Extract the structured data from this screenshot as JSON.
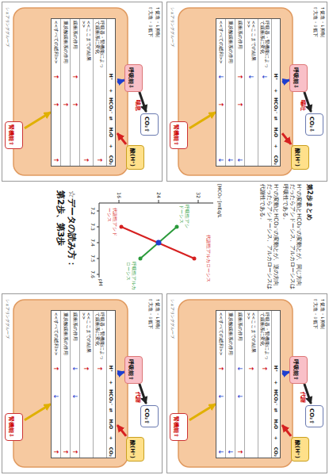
{
  "diagram": {
    "title": "☆データの読み方：第2歩、第3歩",
    "nodes": [
      {
        "text": [
          "シェアリンググループ"
        ]
      },
      {
        "text": [
          "H⁺",
          "+",
          "HCO₃⁻",
          "⇄",
          "H₂O",
          "+",
          "CO₂"
        ],
        "in": 0
      },
      {
        "text": [
          "呼吸器・腎機能によって緩衝系に変化",
          "↓"
        ],
        "in": 1
      },
      {
        "text": [
          "<<ここまでの結果>>",
          "↓"
        ],
        "in": 1
      },
      {
        "text": [
          "緩衝系の作用",
          "↑",
          "↑",
          "↓"
        ],
        "in": 1
      },
      {
        "text": [
          "重炭酸緩衝系の作用",
          "↓"
        ],
        "in": 1
      },
      {
        "text": [
          "<<すべての総和>>",
          "↓",
          "↑",
          "↓"
        ],
        "in": 1
      },
      {
        "text": [
          "呼吸能⇩"
        ],
        "in": 0
      },
      {
        "text": [
          "CO₂⇩"
        ],
        "in": 0
      },
      {
        "text": [
          "酸(H⁺)"
        ],
        "in": 0
      },
      {
        "text": [
          "腎機能⇧"
        ],
        "in": 0
      },
      {
        "text": [
          "シェアリンググループ"
        ]
      },
      {
        "text": [
          "H⁺",
          "+",
          "HCO₃⁻",
          "⇄",
          "H₂O",
          "+",
          "CO₂"
        ],
        "in": 11
      },
      {
        "text": [
          "呼吸器・腎機能によって緩衝系に変化",
          "↑"
        ],
        "in": 12
      },
      {
        "text": [
          "<<ここまでの結果>>",
          "↑"
        ],
        "in": 12
      },
      {
        "text": [
          "緩衝系の作用",
          "↓",
          "↓",
          "↑"
        ],
        "in": 12
      },
      {
        "text": [
          "重炭酸緩衝系の作用",
          "↓"
        ],
        "in": 12
      },
      {
        "text": [
          "<<すべての総和>>",
          "↑",
          "↓",
          "↓"
        ],
        "in": 12
      },
      {
        "text": [
          "呼吸能⇧"
        ],
        "in": 11
      },
      {
        "text": [
          "CO₂⇧"
        ],
        "in": 11
      },
      {
        "text": [
          "酸(H⁺)"
        ],
        "in": 11
      },
      {
        "text": [
          "腎機能⇧"
        ],
        "in": 11
      },
      {
        "text": [
          "シェアリンググループ"
        ]
      },
      {
        "text": [
          "H⁺",
          "+",
          "HCO₃⁻",
          "⇄",
          "H₂O",
          "+",
          "CO₂"
        ],
        "in": 22
      },
      {
        "text": [
          "呼吸器・腎機能によって緩衝系に変化",
          "↑"
        ],
        "in": 23
      },
      {
        "text": [
          "<<ここまでの結果>>",
          "↑"
        ],
        "in": 23
      },
      {
        "text": [
          "緩衝系の作用",
          "↑",
          "↑"
        ],
        "in": 23
      },
      {
        "text": [
          "重炭酸緩衝系の作用",
          "↑"
        ],
        "in": 23
      },
      {
        "text": [
          "<<すべての総和>>",
          "↑",
          "↑",
          "↑"
        ],
        "in": 23
      },
      {
        "text": [
          "呼吸能⇩"
        ],
        "in": 22
      },
      {
        "text": [
          "CO₂⇧"
        ],
        "in": 22
      },
      {
        "text": [
          "酸(H⁺)"
        ],
        "in": 22
      },
      {
        "text": [
          "腎機能⇧"
        ],
        "in": 22
      },
      {
        "text": [
          "シェアリンググループ"
        ]
      },
      {
        "text": [
          "H⁺",
          "+",
          "HCO₃⁻",
          "⇄",
          "H₂O",
          "+",
          "CO₂"
        ],
        "in": 33
      },
      {
        "text": [
          "呼吸器・腎機能によって緩衝系に変化",
          "↑"
        ],
        "in": 34
      },
      {
        "text": [
          "<<ここまでの結果>>",
          "↑"
        ],
        "in": 34
      },
      {
        "text": [
          "緩衝系の作用",
          "↓",
          "↓",
          "↑"
        ],
        "in": 34
      },
      {
        "text": [
          "重炭酸緩衝系の作用",
          "↑"
        ],
        "in": 34
      },
      {
        "text": [
          "<<すべての総和>>",
          "↑",
          "↓",
          "↑"
        ],
        "in": 34
      },
      {
        "text": [
          "呼吸能⇧"
        ],
        "in": 33
      },
      {
        "text": [
          "CO₂⇧"
        ],
        "in": 33
      },
      {
        "text": [
          "酸(H⁺)"
        ],
        "in": 33
      },
      {
        "text": [
          "腎機能⇩"
        ],
        "in": 33
      }
    ],
    "edges": [
      {
        "from": 10,
        "to": 1,
        "arrow": "to"
      },
      {
        "from": 1,
        "to": 9,
        "arrow": "to"
      },
      {
        "from": 1,
        "to": 7,
        "arrow": "to"
      },
      {
        "from": 7,
        "to": 8,
        "arrow": "to"
      },
      {
        "from": 21,
        "to": 12,
        "arrow": "to"
      },
      {
        "from": 20,
        "to": 12,
        "arrow": "to"
      },
      {
        "from": 12,
        "to": 18,
        "arrow": "to"
      },
      {
        "from": 18,
        "to": 19,
        "arrow": "to"
      },
      {
        "from": 32,
        "to": 23,
        "arrow": "to"
      },
      {
        "from": 31,
        "to": 23,
        "arrow": "to"
      },
      {
        "from": 23,
        "to": 29,
        "arrow": "to"
      },
      {
        "from": 29,
        "to": 30,
        "arrow": "to"
      },
      {
        "from": 43,
        "to": 34,
        "arrow": "to"
      },
      {
        "from": 42,
        "to": 34,
        "arrow": "to"
      },
      {
        "from": 34,
        "to": 40,
        "arrow": "to"
      },
      {
        "from": 40,
        "to": 41,
        "arrow": "to"
      }
    ],
    "labels": [
      "↑促進・↓抑制",
      "⇧亢進・⇩低下",
      "嘔吐",
      "↑促進・↓抑制",
      "⇧亢進・⇩低下",
      "代謝",
      "↑促進・↓抑制",
      "⇧亢進・⇩低下",
      "喘息",
      "↑促進・↓抑制",
      "⇧亢進・⇩低下",
      "代謝",
      "第2歩まとめ",
      "H⁺の変動とHCO₃⁻の変動とが、同じ方向だったらアシドーシス、アルカローシスは呼吸性である。",
      "H⁺の変動とHCO₃⁻の変動とが、逆の方向だったらアシドーシス、アルカローシスは代謝性である。",
      "[HCO₃⁻]mEq/L",
      "32",
      "24",
      "16",
      "7.2",
      "7.3",
      "7.4",
      "7.5",
      "7.6",
      "pH",
      "呼吸性アシドーシス",
      "代謝性アルカローシス",
      "呼吸性アルカローシス",
      "代謝性アシドーシス"
    ]
  }
}
